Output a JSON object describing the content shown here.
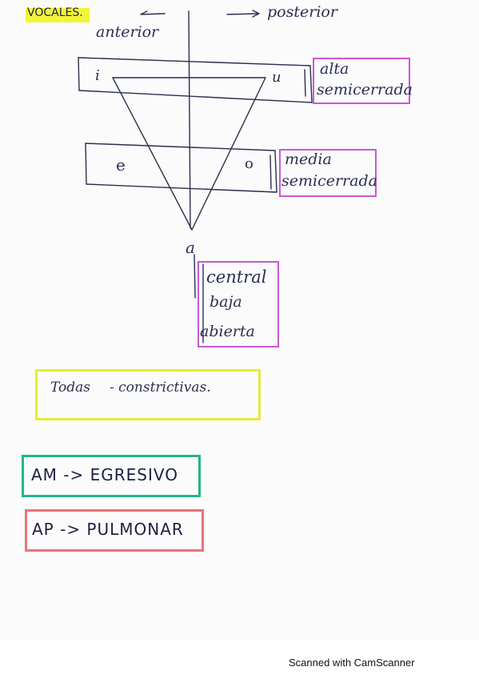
{
  "title": "VOCALES.",
  "directions": {
    "anterior": "anterior",
    "posterior": "posterior"
  },
  "vowels": {
    "i": "i",
    "u": "u",
    "e": "e",
    "o": "o",
    "a": "a"
  },
  "levels": {
    "high": [
      "alta",
      "semicerrada"
    ],
    "mid": [
      "media",
      "semicerrada"
    ],
    "low": [
      "central",
      "baja",
      "abierta"
    ]
  },
  "note_all": {
    "label": "Todas",
    "value": "- constrictivas."
  },
  "am_box": "AM -> EGRESIVO",
  "ap_box": "AP -> PULMONAR",
  "footer": "Scanned with CamScanner",
  "colors": {
    "ink": "#2a2f4f",
    "pink": "#c85ad0",
    "yellow": "#e6ea38",
    "green": "#1fb88a",
    "red": "#e6747e",
    "highlight": "#f3f437"
  }
}
